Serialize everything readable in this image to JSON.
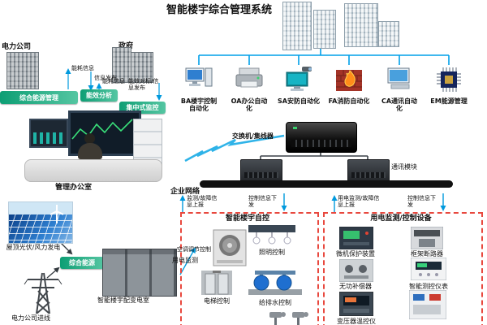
{
  "title": "智能楼宇综合管理系统",
  "external": {
    "power_company": "电力公司",
    "government": "政府",
    "flows": {
      "energy_info_up": "能耗信息",
      "info_publish_down": "信息发布",
      "energy_info_up2": "能耗信息",
      "benchmark_publish": "能效对标/信息发布"
    }
  },
  "management": {
    "banner_integrated_energy": "综合能源管理",
    "banner_efficiency_analysis": "能效分析",
    "banner_central_monitor": "集中式监控",
    "office_label": "管理办公室"
  },
  "systems": {
    "items": [
      {
        "label": "BA楼宇控制自动化",
        "icon": "computer-tower-icon"
      },
      {
        "label": "OA办公自动化",
        "icon": "printer-icon"
      },
      {
        "label": "SA安防自动化",
        "icon": "security-monitor-icon"
      },
      {
        "label": "FA消防自动化",
        "icon": "fire-wall-icon"
      },
      {
        "label": "CA通讯自动化",
        "icon": "computer-icon"
      },
      {
        "label": "EM能源管理",
        "icon": "chip-icon"
      }
    ]
  },
  "network": {
    "switch_label": "交换机/集线器",
    "comm_module_label": "通讯模块",
    "enterprise_label": "企业网络",
    "flows": [
      "监测/故障信息上报",
      "控制信息下发",
      "用电监测/故障信息上报",
      "控制信息下发"
    ]
  },
  "building_box": {
    "title": "智能楼宇自控",
    "items": [
      "空调调节控制",
      "照明控制",
      "电梯控制",
      "给排水控制"
    ]
  },
  "power_box": {
    "title": "用电监测/控制设备",
    "items": [
      "微机保护装置",
      "框架断路器",
      "无功补偿器",
      "智能测控仪表",
      "变压器温控仪"
    ]
  },
  "energy": {
    "rooftop": "屋顶光伏/风力发电",
    "integrated": "综合能源",
    "incoming": "电力公司进线",
    "substation": "智能楼宇配变电室",
    "monitoring": "用电监测"
  },
  "colors": {
    "line_blue": "#00a0e9",
    "banner_green": "#0d9e74",
    "box_red": "#e8483e",
    "bus_black": "#111111"
  }
}
